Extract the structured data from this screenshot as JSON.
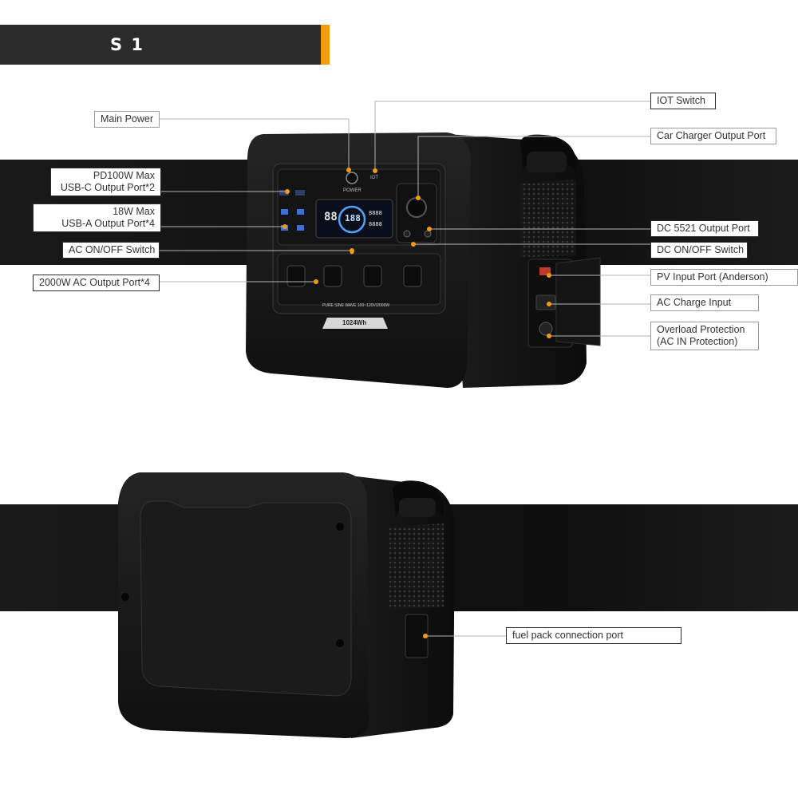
{
  "header": {
    "title": "S 1",
    "accent_color": "#f39c12",
    "bar_color": "#2b2b2b"
  },
  "product": {
    "capacity_badge": "1024Wh",
    "panel_text": "PURE SINE WAVE 100~120V/2000W",
    "power_caption": "POWER",
    "iot_caption": "IOT",
    "display_left": "88",
    "display_center": "188",
    "display_right_top": "8888",
    "display_right_bottom": "8888"
  },
  "callouts": {
    "main_power": "Main Power",
    "usb_c": [
      "PD100W Max",
      "USB-C Output Port*2"
    ],
    "usb_a": [
      "18W Max",
      "USB-A Output Port*4"
    ],
    "ac_switch": "AC ON/OFF Switch",
    "ac_output": "2000W AC Output Port*4",
    "iot_switch": "IOT Switch",
    "car_charger": "Car Charger Output Port",
    "dc5521": "DC 5521 Output Port",
    "dc_switch": "DC ON/OFF Switch",
    "pv_input": "PV Input Port  (Anderson)",
    "ac_charge": "AC Charge Input",
    "overload": [
      "Overload Protection",
      "(AC IN Protection)"
    ],
    "fuel_pack": "fuel pack connection port"
  },
  "colors": {
    "leader_dot": "#f39c12",
    "stripe": "#121212",
    "device_body": "#141414"
  }
}
